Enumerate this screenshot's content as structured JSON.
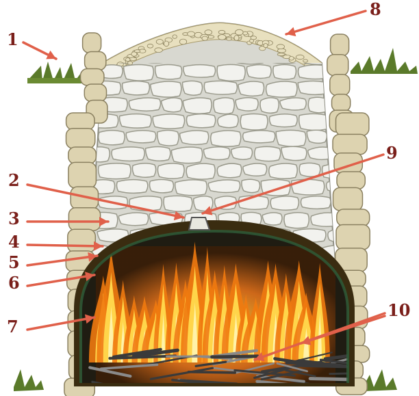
{
  "diagram": {
    "callouts": [
      {
        "id": "1",
        "label": "1"
      },
      {
        "id": "2",
        "label": "2"
      },
      {
        "id": "3",
        "label": "3"
      },
      {
        "id": "4",
        "label": "4"
      },
      {
        "id": "5",
        "label": "5"
      },
      {
        "id": "6",
        "label": "6"
      },
      {
        "id": "7",
        "label": "7"
      },
      {
        "id": "8",
        "label": "8"
      },
      {
        "id": "9",
        "label": "9"
      },
      {
        "id": "10",
        "label": "10"
      }
    ],
    "colors": {
      "callout_text": "#7a1f1a",
      "arrow": "#e0604a",
      "stone_fill": "#f2f2ee",
      "stone_edge": "#9a9a8c",
      "pillar_stone": "#ddd3b0",
      "roof_pebbles": "#e8e0bf",
      "grass": "#5a7a2a",
      "chamber_dark": "#1f1c12",
      "chamber_rim": "#3a2c10",
      "flame_outer": "#f07a10",
      "flame_inner": "#ffd54a",
      "flame_core": "#fff2a8",
      "logs": "#3a3a3a"
    }
  }
}
